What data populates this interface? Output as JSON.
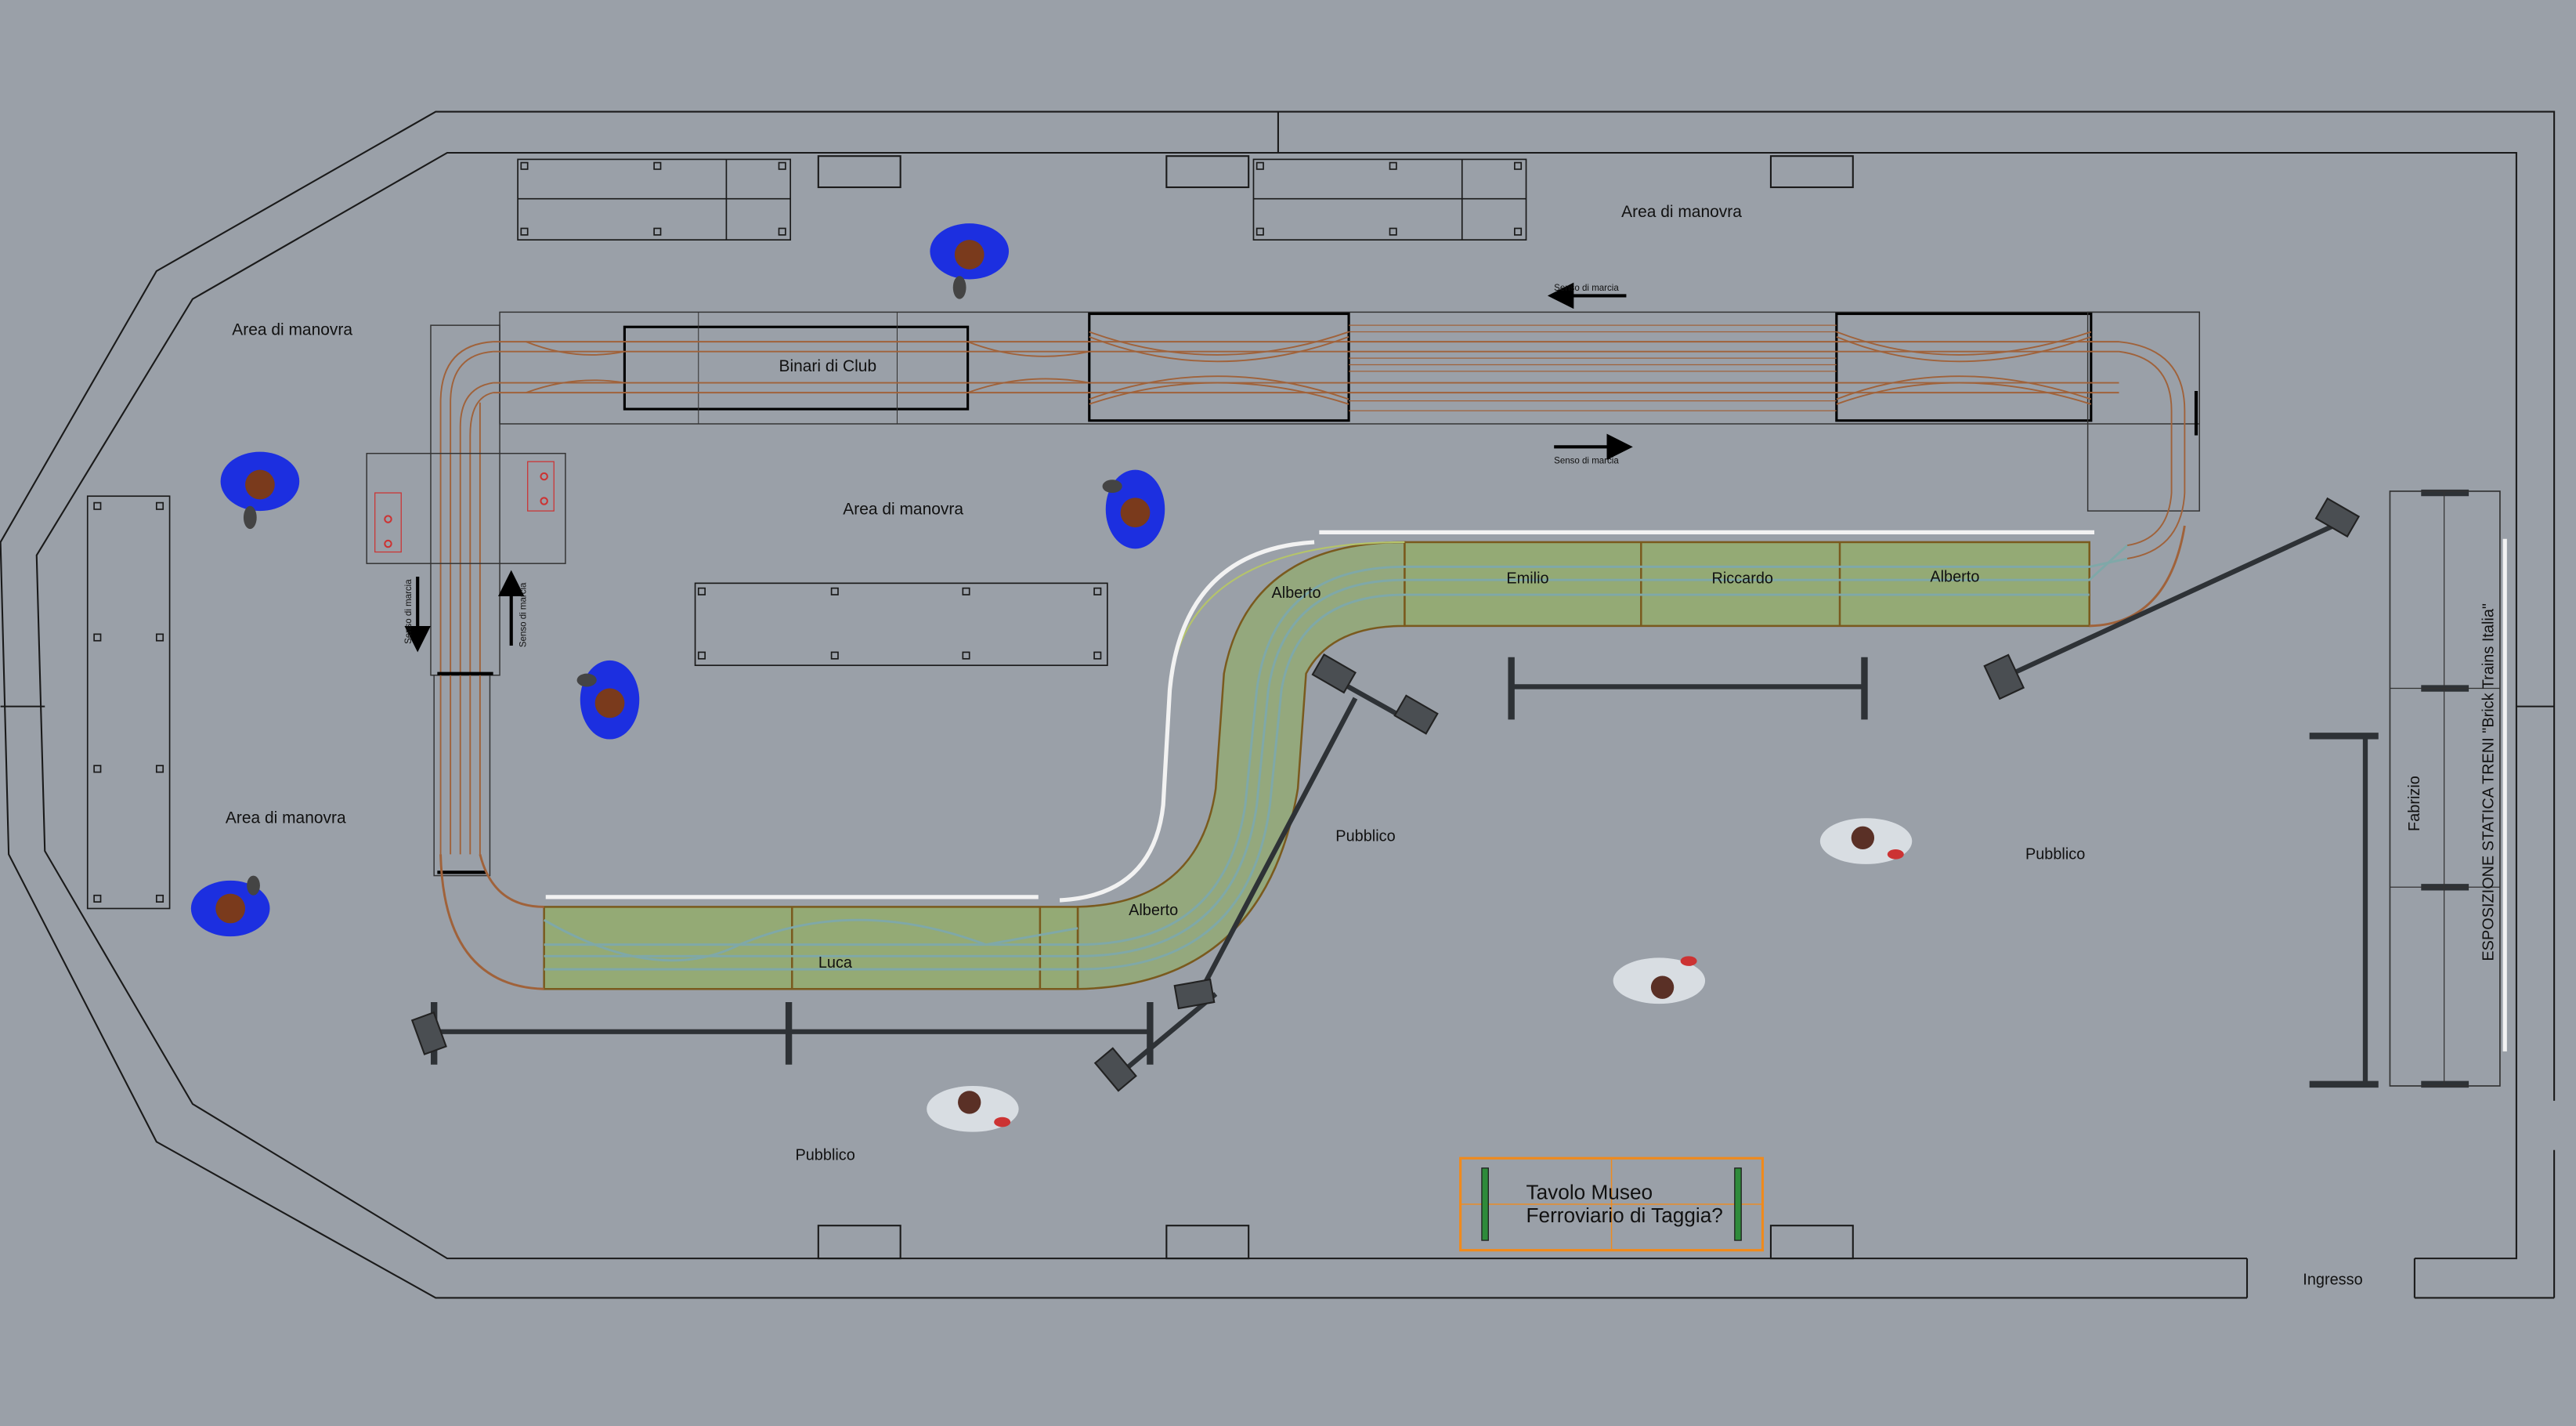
{
  "title": "",
  "labels": {
    "area_manovra_top_right": "Area di manovra",
    "area_manovra_left_top": "Area di manovra",
    "area_manovra_center": "Area di manovra",
    "area_manovra_left_bottom": "Area di manovra",
    "binari_club": "Binari di Club",
    "senso_marcia_top": "Senso di marcia",
    "senso_marcia_bottom": "Senso di marcia",
    "senso_marcia_left_a": "Senso di marcia",
    "senso_marcia_left_b": "Senso di marcia",
    "operator_alberto_curve": "Alberto",
    "operator_emilio": "Emilio",
    "operator_riccardo": "Riccardo",
    "operator_alberto_right": "Alberto",
    "operator_alberto_lower": "Alberto",
    "operator_luca": "Luca",
    "operator_fabrizio": "Fabrizio",
    "pubblico_center": "Pubblico",
    "pubblico_right": "Pubblico",
    "pubblico_bottom": "Pubblico",
    "museum_table_line1": "Tavolo Museo",
    "museum_table_line2": "Ferroviario di Taggia?",
    "exhibition": "ESPOSIZIONE STATICA TRENI \"Brick Trains Italia\"",
    "entrance": "Ingresso"
  },
  "colors": {
    "background": "#9aa0a8",
    "walls": "#1a1a1a",
    "track_brown": "#a0623a",
    "track_green": "#7fa63a",
    "track_blue": "#7fa8a8",
    "operator_blue": "#1c2fe0",
    "public_white": "#d8dde2",
    "museum_orange": "#f08a1c",
    "barrier": "#2e3236"
  }
}
